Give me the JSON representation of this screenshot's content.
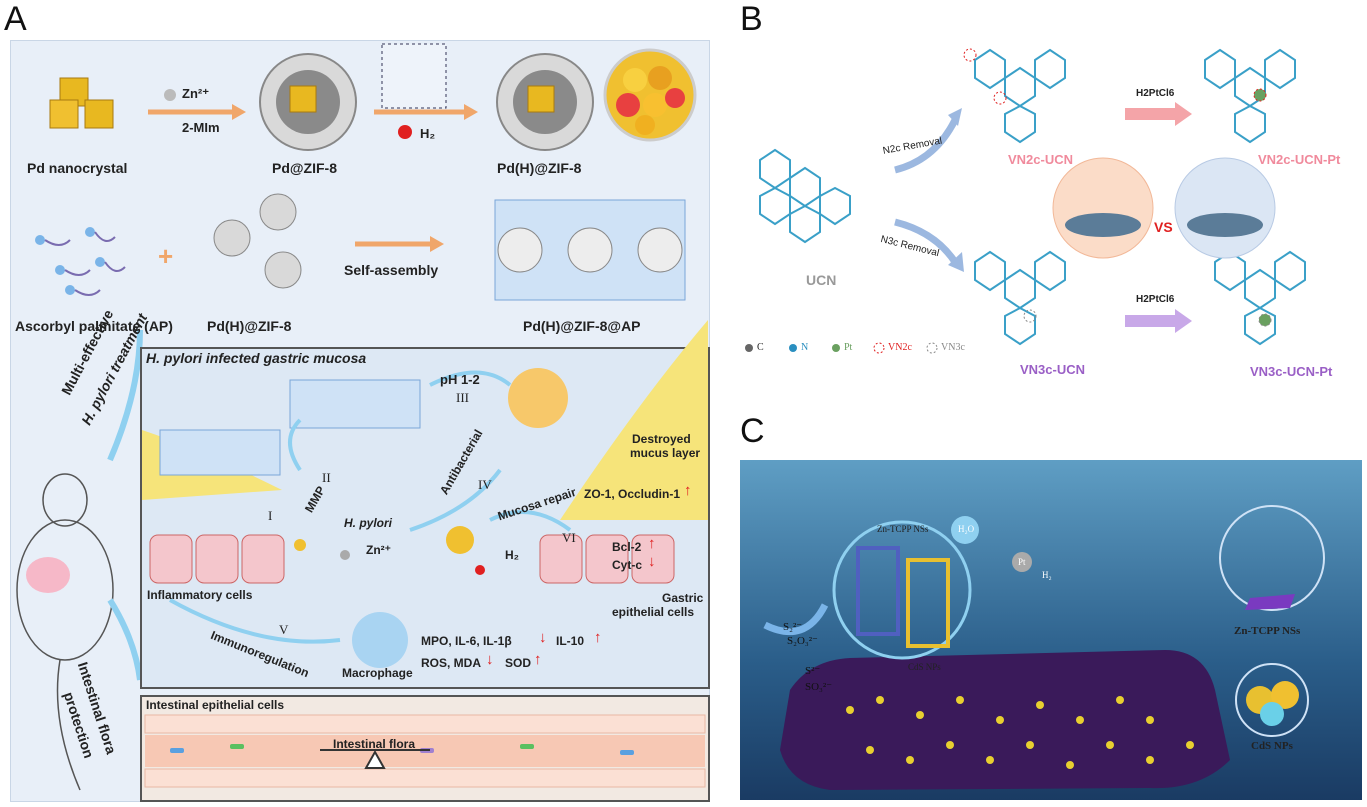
{
  "panel_labels": {
    "a": "A",
    "b": "B",
    "c": "C"
  },
  "panelA": {
    "row1": {
      "pd_nanocrystal": "Pd nanocrystal",
      "zn": "Zn²⁺",
      "mim": "2-MIm",
      "pd_zif8": "Pd@ZIF-8",
      "h2": "H₂",
      "pdh_zif8": "Pd(H)@ZIF-8"
    },
    "row2": {
      "ap": "Ascorbyl palmitate (AP)",
      "pdh_zif8": "Pd(H)@ZIF-8",
      "self_assembly": "Self-assembly",
      "pdh_zif8_ap": "Pd(H)@ZIF-8@AP"
    },
    "side": {
      "treatment_1": "Multi-effective",
      "treatment_2": "H. pylori treatment",
      "flora_1": "Intestinal flora",
      "flora_2": "protection"
    },
    "gastric": {
      "title": "H. pylori infected gastric mucosa",
      "ph": "pH 1-2",
      "roman_1": "I",
      "roman_2": "II",
      "roman_3": "III",
      "roman_4": "IV",
      "roman_5": "V",
      "roman_6": "VI",
      "mmp": "MMP",
      "antibacterial": "Antibacterial",
      "hpylori": "H. pylori",
      "zn": "Zn²⁺",
      "h2": "H₂",
      "mucosa_repair": "Mucosa repair",
      "destroyed_1": "Destroyed",
      "destroyed_2": "mucus layer",
      "zo1": "ZO-1, Occludin-1",
      "bcl2": "Bcl-2",
      "cytc": "Cyt-c",
      "inflammatory": "Inflammatory cells",
      "gastric_1": "Gastric",
      "gastric_2": "epithelial cells",
      "immuno": "Immunoregulation",
      "macrophage": "Macrophage",
      "markers_1a": "MPO, IL-6, IL-1β",
      "markers_1b": "IL-10",
      "markers_2a": "ROS, MDA",
      "markers_2b": "SOD"
    },
    "intestine": {
      "title": "Intestinal epithelial cells",
      "flora": "Intestinal flora"
    }
  },
  "panelB": {
    "ucn": "UCN",
    "n2c_removal": "N2c Removal",
    "n3c_removal": "N3c Removal",
    "h2ptcl6_top": "H2PtCl6",
    "h2ptcl6_bottom": "H2PtCl6",
    "vn2c_ucn": "VN2c-UCN",
    "vn2c_ucn_pt": "VN2c-UCN-Pt",
    "vn3c_ucn": "VN3c-UCN",
    "vn3c_ucn_pt": "VN3c-UCN-Pt",
    "vs": "VS",
    "legend": {
      "c": "C",
      "n": "N",
      "pt": "Pt",
      "vn2c": "VN2c",
      "vn3c": "VN3c"
    }
  },
  "panelC": {
    "zn_tcpp_nss_top": "Zn-TCPP NSs",
    "h2o": "H₂O",
    "pt": "Pt",
    "h2": "H₂",
    "s2": "S₂²⁻",
    "s2o3": "S₂O₃²⁻",
    "s2m": "S²⁻",
    "so3": "SO₃²⁻",
    "cds_nps_inner": "CdS NPs",
    "zn_tcpp_nss_right": "Zn-TCPP NSs",
    "cds_nps_right": "CdS NPs"
  },
  "colors": {
    "panelA_bg": "#e8eff8",
    "arrow_orange": "#f0a66a",
    "red_marker": "#e02020",
    "pink_label": "#f08a9c",
    "purple_label": "#9a5fc6",
    "water": "#2a5d89"
  }
}
